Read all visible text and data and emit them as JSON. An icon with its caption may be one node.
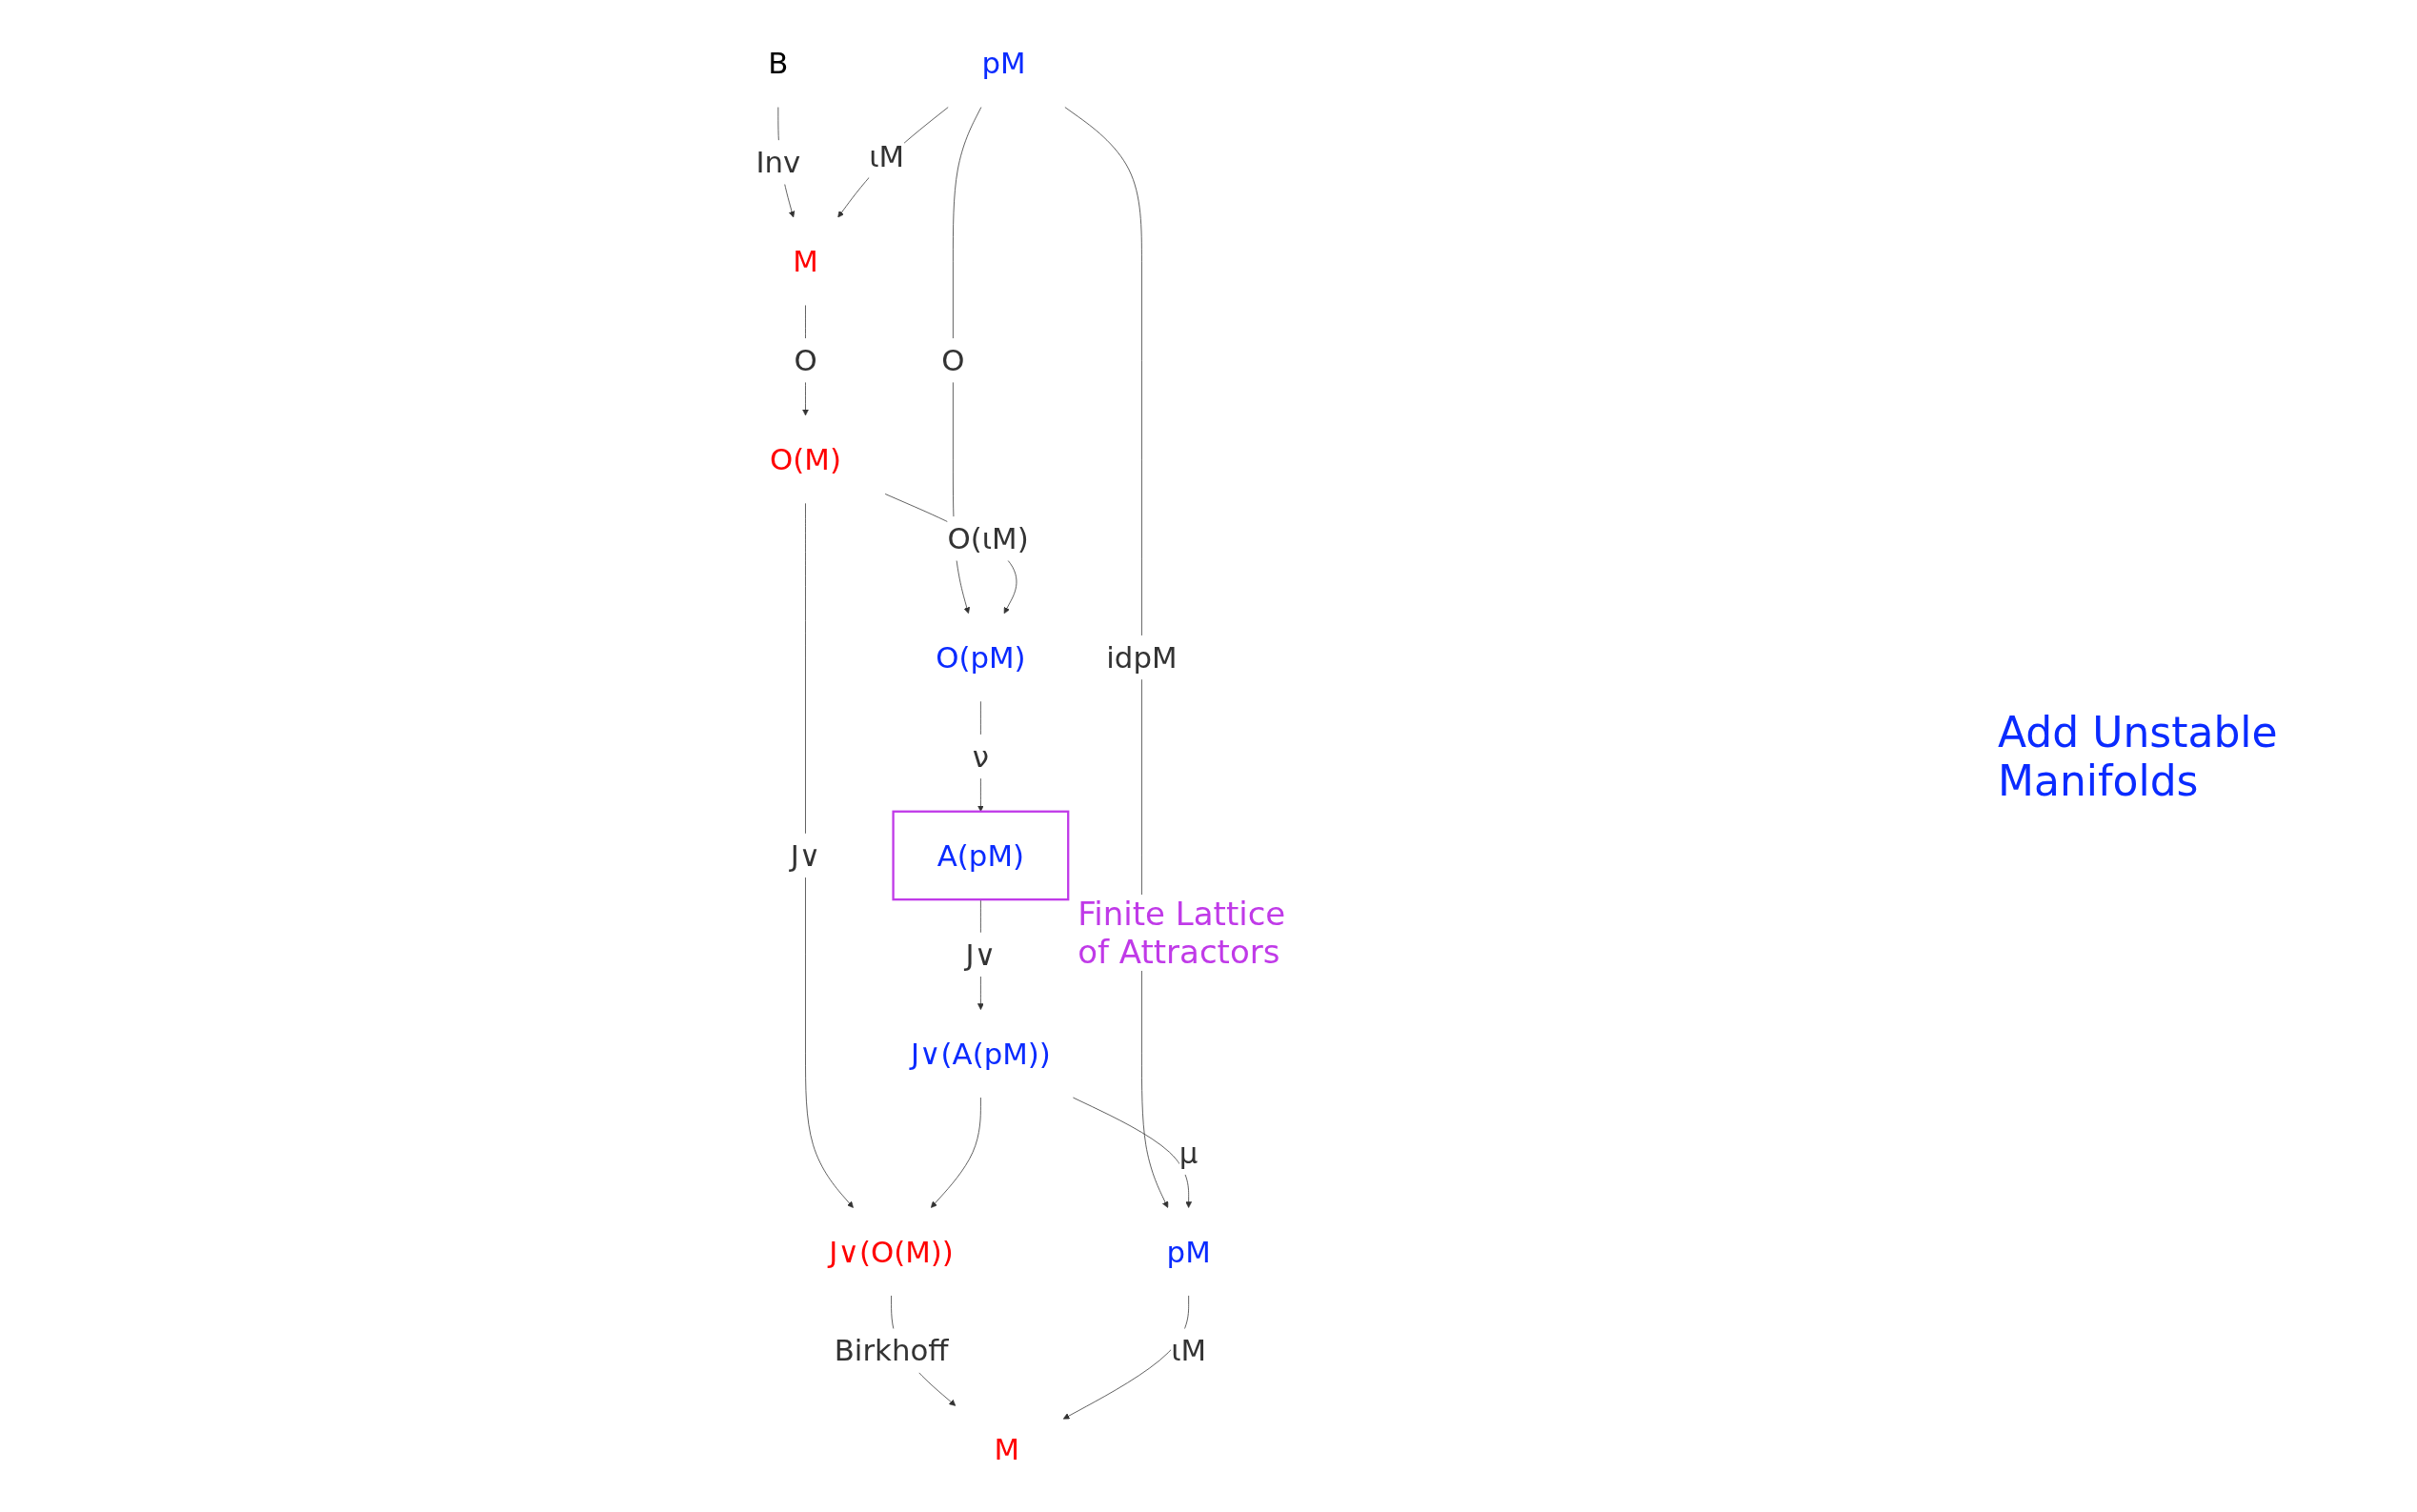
{
  "diagram": {
    "nodes": [
      {
        "text": [
          "B"
        ]
      },
      {
        "text": [
          "M"
        ]
      },
      {
        "text": [
          "pM"
        ]
      },
      {
        "text": [
          "O(M)"
        ]
      },
      {
        "text": [
          "O(pM)"
        ]
      },
      {
        "text": [
          "A(pM)"
        ],
        "beside": [
          "Finite Lattice of Attractors"
        ]
      },
      {
        "text": [
          "J∨(O(M))"
        ]
      },
      {
        "text": [
          "J∨(A(pM))"
        ]
      },
      {
        "text": [
          "M"
        ]
      },
      {
        "text": [
          "pM"
        ]
      }
    ],
    "edges": [
      {
        "from": 0,
        "to": 1,
        "arrow": "to",
        "label": "Inv"
      },
      {
        "from": 2,
        "to": 1,
        "arrow": "to",
        "label": "ιM"
      },
      {
        "from": 1,
        "to": 3,
        "arrow": "to",
        "label": "O"
      },
      {
        "from": 2,
        "to": 4,
        "arrow": "to",
        "label": "O"
      },
      {
        "from": 3,
        "to": 4,
        "arrow": "to",
        "label": "O(ιM)"
      },
      {
        "from": 4,
        "to": 5,
        "arrow": "to",
        "label": "ν"
      },
      {
        "from": 2,
        "to": 9,
        "arrow": "to",
        "label": "idpM"
      },
      {
        "from": 3,
        "to": 6,
        "arrow": "to",
        "label": "J∨"
      },
      {
        "from": 5,
        "to": 7,
        "arrow": "to",
        "label": "J∨"
      },
      {
        "from": 7,
        "to": 6,
        "arrow": "to"
      },
      {
        "from": 7,
        "to": 9,
        "arrow": "to",
        "label": "μ"
      },
      {
        "from": 6,
        "to": 8,
        "arrow": "to",
        "label": "Birkhoff"
      },
      {
        "from": 9,
        "to": 8,
        "arrow": "to",
        "label": "ιM"
      }
    ],
    "labels": [
      "Add Unstable Manifolds"
    ]
  }
}
